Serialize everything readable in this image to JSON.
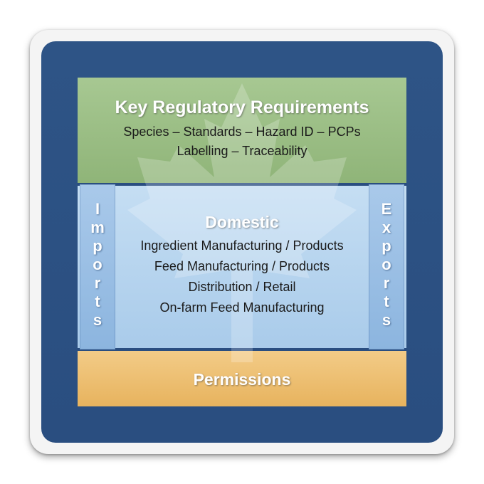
{
  "requirements": {
    "title": "Key Regulatory Requirements",
    "line1": "Species – Standards – Hazard ID – PCPs",
    "line2": "Labelling – Traceability"
  },
  "domestic": {
    "title": "Domestic",
    "items": [
      "Ingredient Manufacturing / Products",
      "Feed Manufacturing / Products",
      "Distribution / Retail",
      "On-farm Feed Manufacturing"
    ]
  },
  "imports": {
    "label": "Imports",
    "letters": [
      "I",
      "m",
      "p",
      "o",
      "r",
      "t",
      "s"
    ]
  },
  "exports": {
    "label": "Exports",
    "letters": [
      "E",
      "x",
      "p",
      "o",
      "r",
      "t",
      "s"
    ]
  },
  "permissions": {
    "title": "Permissions"
  },
  "colors": {
    "frame_blue": "#2c5282",
    "requirements_green": "#9bbe84",
    "domestic_blue": "#b8d5ef",
    "permissions_orange": "#edbf72"
  },
  "watermark_icon": "maple-leaf-icon"
}
